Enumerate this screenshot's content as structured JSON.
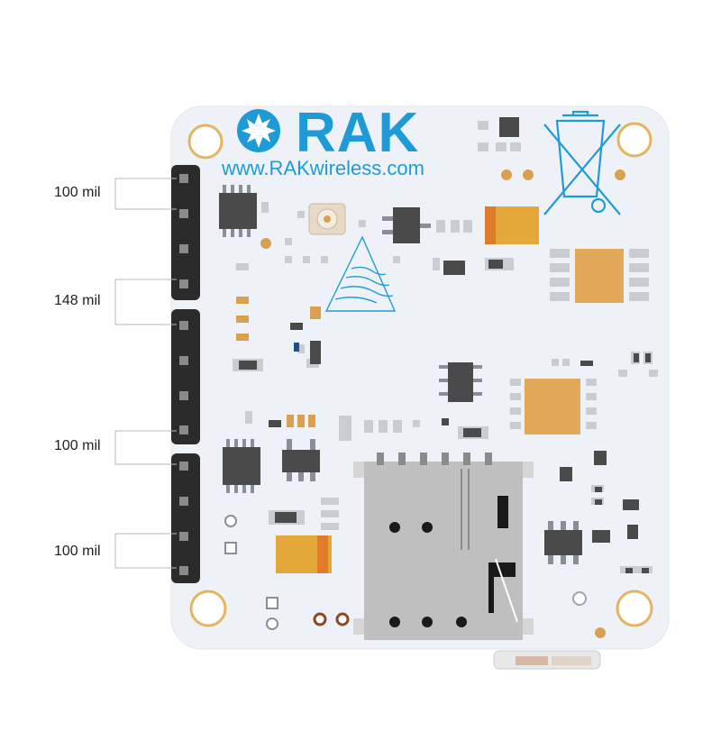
{
  "brand": {
    "name": "RAK",
    "url": "www.RAKwireless.com",
    "color": "#1e9bd7"
  },
  "dimensions": [
    {
      "label": "100 mil"
    },
    {
      "label": "148 mil"
    },
    {
      "label": "100 mil"
    },
    {
      "label": "100 mil"
    }
  ],
  "colors": {
    "board": "#eef2f8",
    "ic": "#4a4a4a",
    "pad": "#c9cdd3",
    "gold": "#d9a050",
    "amber": "#e4a83a",
    "orange": "#e07b2a",
    "header": "#2b2b2b",
    "sim": "#bfbfbf"
  },
  "icons": [
    "rak-logo-icon",
    "weee-bin-icon",
    "triangle-logo-icon"
  ]
}
